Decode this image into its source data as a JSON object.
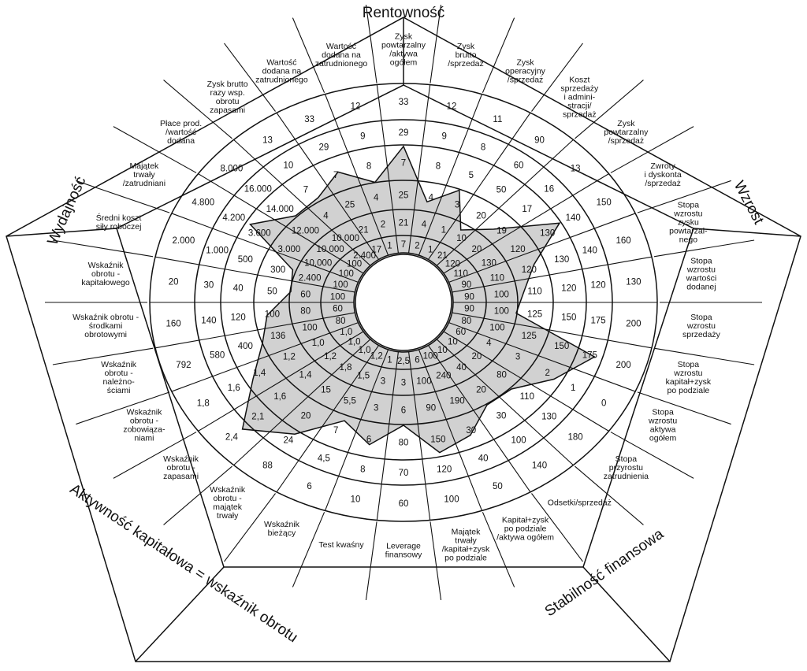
{
  "sections": [
    {
      "title": "Rentowność"
    },
    {
      "title": "Wzrost"
    },
    {
      "title": "Stabilność finansowa"
    },
    {
      "title": "Aktywność kapitałowa = wskaźnik obrotu"
    },
    {
      "title": "Wydajność"
    }
  ],
  "indicators": [
    {
      "label": "Zysk\npowtarzalny\n/aktywa\nogółem",
      "values": [
        "33",
        "29",
        "7",
        "25",
        "21",
        "7"
      ]
    },
    {
      "label": "Zysk\nbrutto\n/sprzedaż",
      "values": [
        "12",
        "9",
        "8",
        "4",
        "4",
        "2"
      ]
    },
    {
      "label": "Zysk\noperacyjny\n/sprzedaż",
      "values": [
        "11",
        "8",
        "5",
        "3",
        "1",
        "1"
      ]
    },
    {
      "label": "Koszt\nsprzedaży\ni admini-\nstracji/\nsprzedaż",
      "values": [
        "90",
        "60",
        "50",
        "20",
        "10",
        "21"
      ]
    },
    {
      "label": "Zysk\npowtarzalny\n/sprzedaż",
      "values": [
        "13",
        "16",
        "17",
        "19",
        "20",
        "120"
      ]
    },
    {
      "label": "Zwroty\ni dyskonta\n/sprzedaż",
      "values": [
        "150",
        "140",
        "130",
        "120",
        "130",
        "110"
      ]
    },
    {
      "label": "Stopa\nwzrostu\nzysku\npowtarzal-\nnego",
      "values": [
        "160",
        "140",
        "130",
        "120",
        "110",
        "90"
      ]
    },
    {
      "label": "Stopa\nwzrostu\nwartości\ndodanej",
      "values": [
        "130",
        "120",
        "120",
        "110",
        "100",
        "90"
      ]
    },
    {
      "label": "Stopa\nwzrostu\nsprzedaży",
      "values": [
        "200",
        "175",
        "150",
        "125",
        "100",
        "90"
      ]
    },
    {
      "label": "Stopa\nwzrostu\nkapitał+zysk\npo podziale",
      "values": [
        "200",
        "175",
        "150",
        "125",
        "100",
        "80"
      ]
    },
    {
      "label": "Stopa\nwzrostu\naktywa\nogółem",
      "values": [
        "0",
        "1",
        "2",
        "3",
        "4",
        "60"
      ]
    },
    {
      "label": "Stopa\nprzyrostu\nzatrudnienia",
      "values": [
        "180",
        "130",
        "110",
        "80",
        "20",
        "10"
      ]
    },
    {
      "label": "Odsetki/sprzedaż",
      "values": [
        "140",
        "100",
        "30",
        "20",
        "40",
        "10"
      ]
    },
    {
      "label": "Kapitał+zysk\npo podziale\n/aktywa ogółem",
      "values": [
        "50",
        "40",
        "30",
        "190",
        "240",
        "100"
      ]
    },
    {
      "label": "Majątek\ntrwały\n/kapitał+zysk\npo podziale",
      "values": [
        "100",
        "120",
        "150",
        "90",
        "100",
        "6"
      ]
    },
    {
      "label": "Leverage\nfinansowy",
      "values": [
        "60",
        "70",
        "80",
        "6",
        "3",
        "2,5"
      ]
    },
    {
      "label": "Test kwaśny",
      "values": [
        "10",
        "8",
        "6",
        "3",
        "3",
        "1"
      ]
    },
    {
      "label": "Wskaźnik\nbieżący",
      "values": [
        "6",
        "4,5",
        "7",
        "5,5",
        "1,5",
        "1,2"
      ]
    },
    {
      "label": "Wskaźnik\nobrotu -\nmajątek\ntrwały",
      "values": [
        "88",
        "24",
        "20",
        "15",
        "1,8",
        "1,0"
      ]
    },
    {
      "label": "Wskaźnik\nobrotu -\nzapasami",
      "values": [
        "2,4",
        "2,1",
        "1,6",
        "1,4",
        "1,2",
        "1,0"
      ]
    },
    {
      "label": "Wskaźnik\nobrotu -\nzobowiąza-\nniami",
      "values": [
        "1,8",
        "1,6",
        "1,4",
        "1,2",
        "1,0",
        "1,0"
      ]
    },
    {
      "label": "Wskaźnik\nobrotu -\nnależno-\nściami",
      "values": [
        "792",
        "580",
        "400",
        "136",
        "100",
        "80"
      ]
    },
    {
      "label": "Wskaźnik obrotu -\nśrodkami\nobrotowymi",
      "values": [
        "160",
        "140",
        "120",
        "100",
        "80",
        "60"
      ]
    },
    {
      "label": "Wskaźnik\nobrotu -\nkapitałowego",
      "values": [
        "20",
        "30",
        "40",
        "50",
        "60",
        "100"
      ]
    },
    {
      "label": "Średni koszt\nsiły roboczej",
      "values": [
        "2.000",
        "1.000",
        "500",
        "300",
        "2.400",
        "100"
      ]
    },
    {
      "label": "Majątek\ntrwały\n/zatrudniani",
      "values": [
        "4.800",
        "4.200",
        "3.600",
        "3.000",
        "10.000",
        "100"
      ]
    },
    {
      "label": "Płace prod.\n/wartość\ndodana",
      "values": [
        "8.000",
        "16.000",
        "14.000",
        "12.000",
        "10.000",
        "100"
      ]
    },
    {
      "label": "Zysk brutto\nrazy wsp.\nobrotu\nzapasami",
      "values": [
        "13",
        "10",
        "7",
        "4",
        "10.000",
        "2.400"
      ]
    },
    {
      "label": "Wartość\ndodana na\nzatrudnionego",
      "values": [
        "33",
        "29",
        "7",
        "25",
        "21",
        "17"
      ]
    },
    {
      "label": "Wartość\ndodana na\nzatrudnionego",
      "values": [
        "12",
        "9",
        "8",
        "4",
        "2",
        "1"
      ]
    }
  ],
  "profile": [
    0.8,
    0.4,
    0.55,
    0.3,
    0.45,
    0.82,
    0.55,
    0.45,
    0.4,
    0.95,
    0.78,
    0.6,
    0.58,
    0.72,
    0.78,
    0.55,
    0.72,
    0.6,
    0.85,
    1.05,
    0.78,
    0.62,
    0.55,
    0.4,
    0.42,
    0.8,
    0.6,
    0.6,
    0.7,
    0.55
  ],
  "shading_color": "#c9c9c9"
}
